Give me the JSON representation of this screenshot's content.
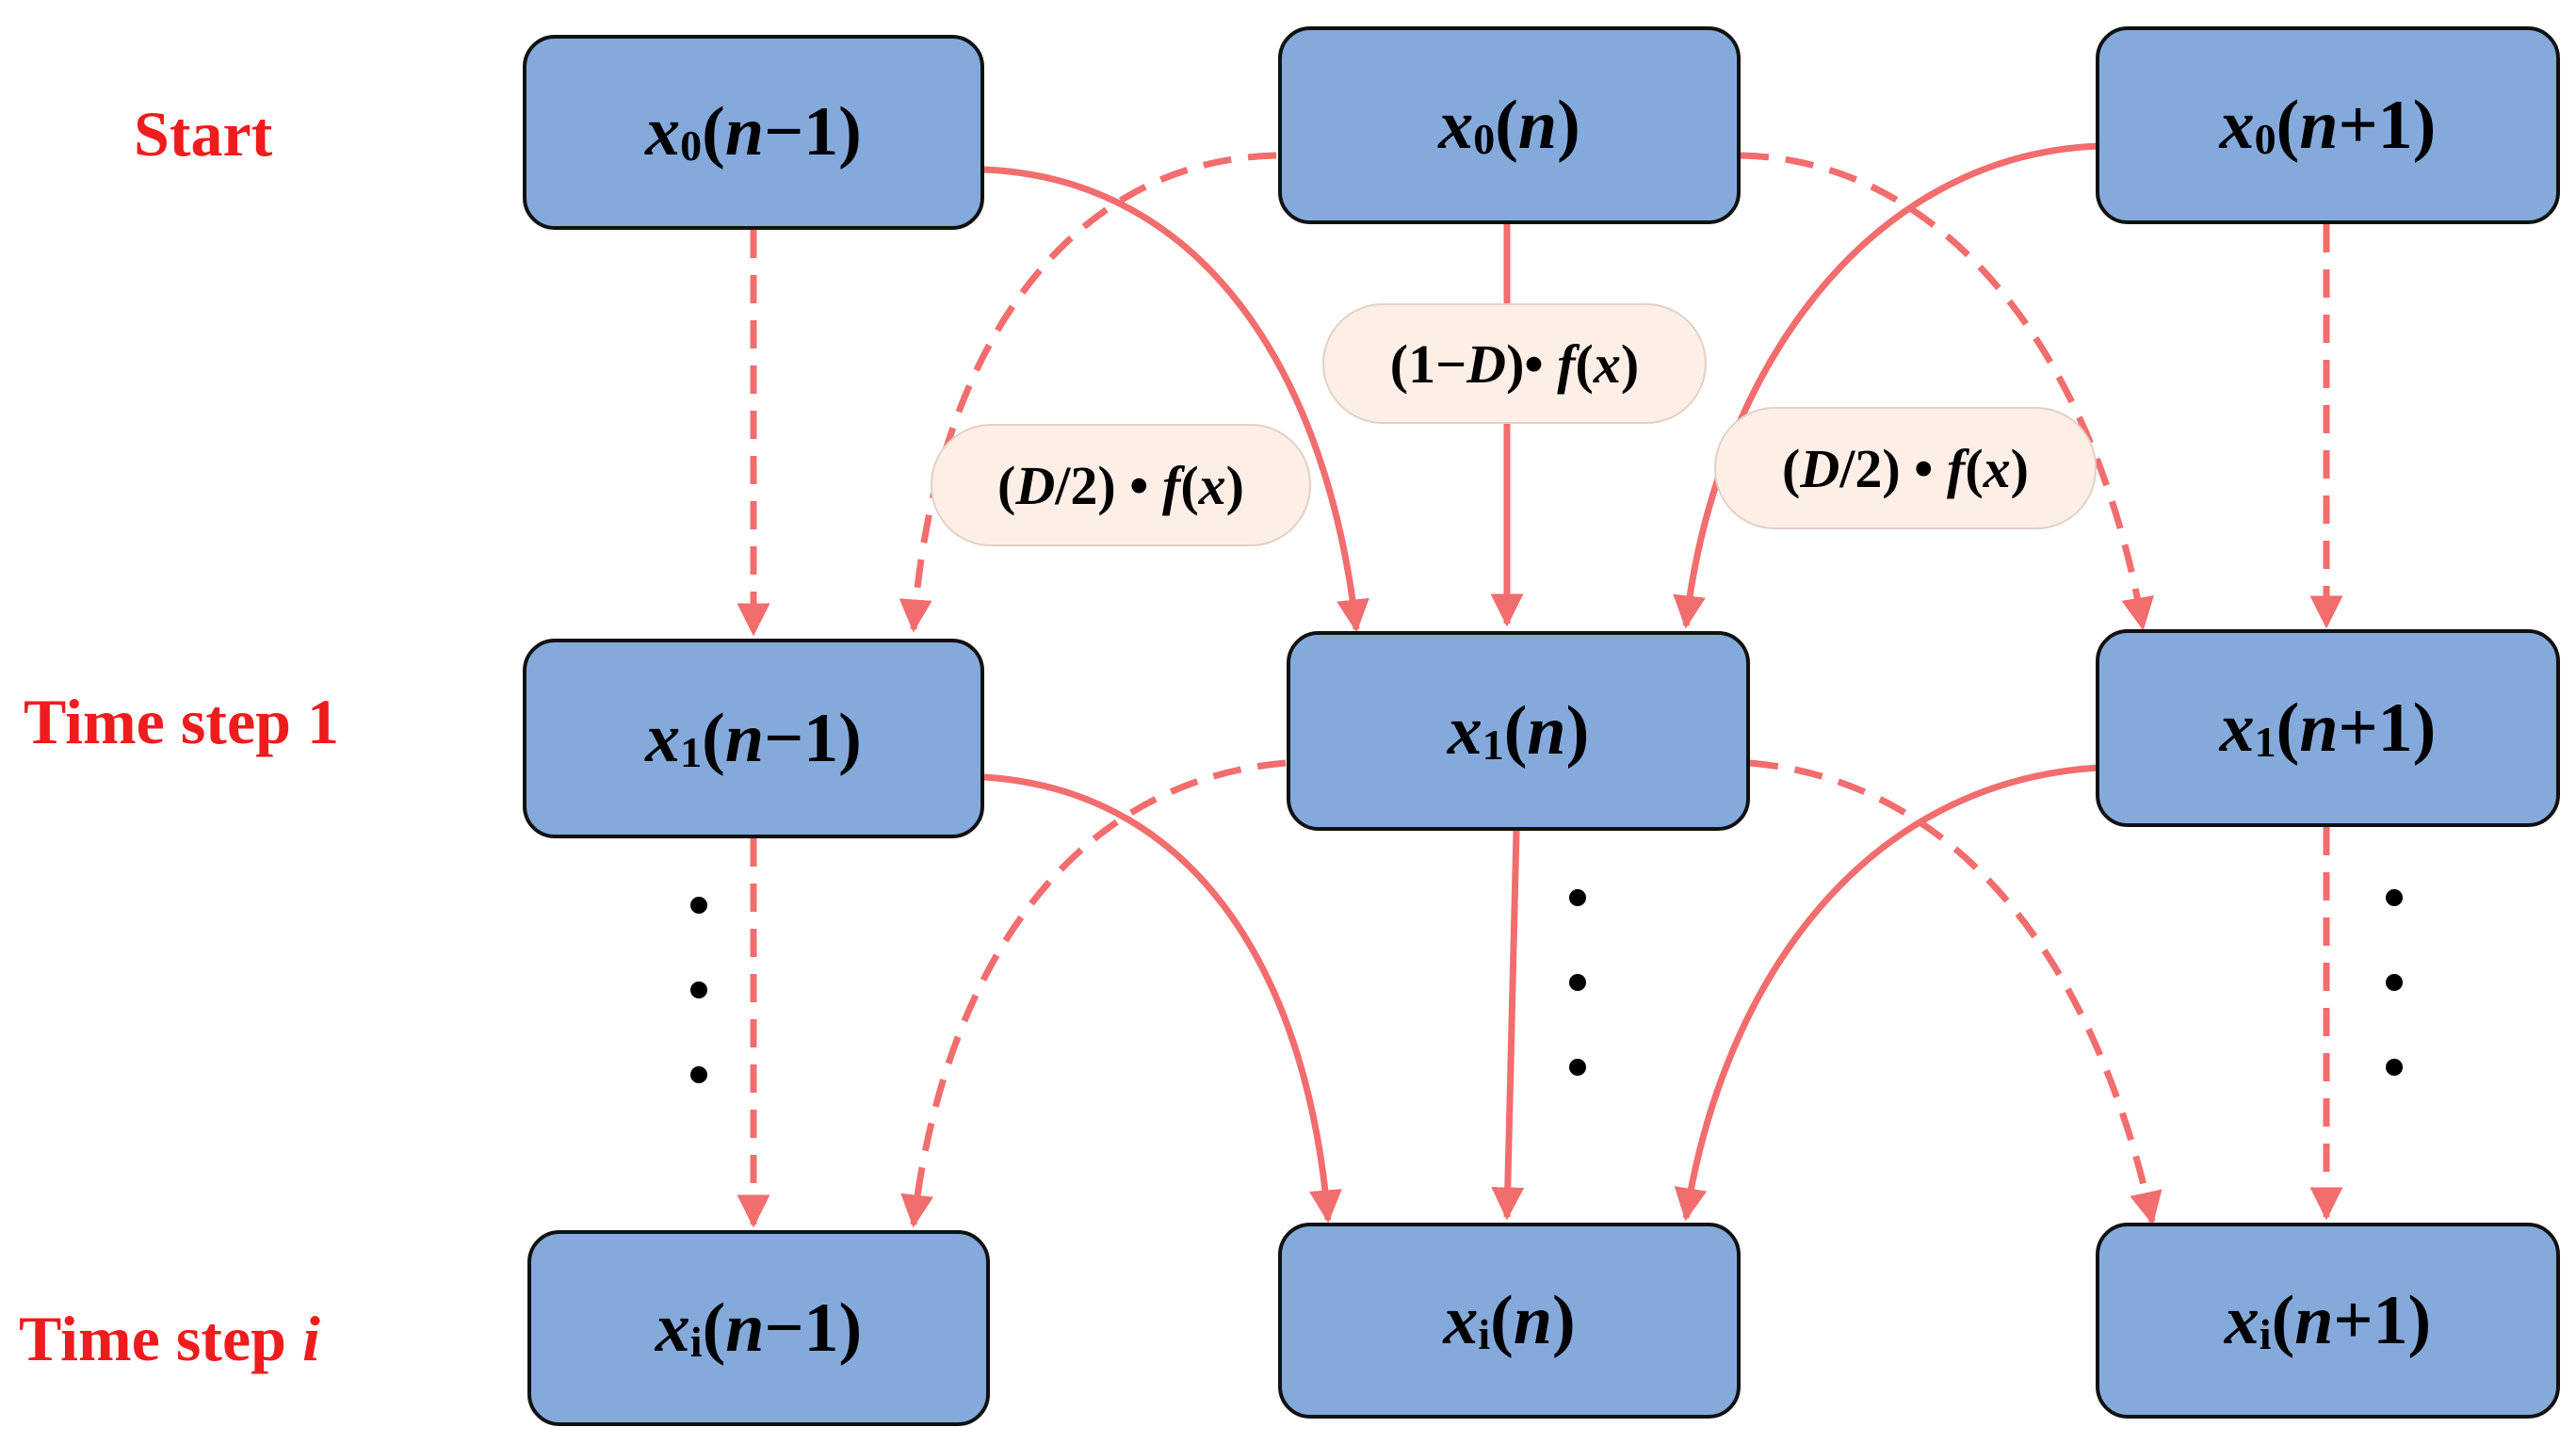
{
  "colors": {
    "node_fill": "#84aadc",
    "node_border": "#111111",
    "arrow": "#f26d6d",
    "label_red": "#ee1c1c",
    "pill_fill": "#fdeee6"
  },
  "rows": [
    {
      "label_prefix": "Start",
      "label_suffix": ""
    },
    {
      "label_prefix": "Time step 1",
      "label_suffix": ""
    },
    {
      "label_prefix": "Time step ",
      "label_suffix": "i"
    }
  ],
  "nodes": [
    {
      "var": "x",
      "sub": "0",
      "open": "(",
      "n": "n",
      "offset": "−1",
      "close": ")"
    },
    {
      "var": "x",
      "sub": "0",
      "open": "(",
      "n": "n",
      "offset": "",
      "close": ")"
    },
    {
      "var": "x",
      "sub": "0",
      "open": "(",
      "n": "n",
      "offset": "+1",
      "close": ")"
    },
    {
      "var": "x",
      "sub": "1",
      "open": "(",
      "n": "n",
      "offset": "−1",
      "close": ")"
    },
    {
      "var": "x",
      "sub": "1",
      "open": "(",
      "n": "n",
      "offset": "",
      "close": ")"
    },
    {
      "var": "x",
      "sub": "1",
      "open": "(",
      "n": "n",
      "offset": "+1",
      "close": ")"
    },
    {
      "var": "x",
      "sub": "i",
      "open": "(",
      "n": "n",
      "offset": "−1",
      "close": ")"
    },
    {
      "var": "x",
      "sub": "i",
      "open": "(",
      "n": "n",
      "offset": "",
      "close": ")"
    },
    {
      "var": "x",
      "sub": "i",
      "open": "(",
      "n": "n",
      "offset": "+1",
      "close": ")"
    }
  ],
  "coefficients": [
    {
      "pre": "(",
      "var": "D",
      "post": "/2)",
      "dot": " • ",
      "f": "f",
      "open": "(",
      "arg": "x",
      "close": ")"
    },
    {
      "pre": "(1−",
      "var": "D",
      "post": ")",
      "dot": "• ",
      "f": "f",
      "open": "(",
      "arg": "x",
      "close": ")"
    },
    {
      "pre": "(",
      "var": "D",
      "post": "/2)",
      "dot": " • ",
      "f": "f",
      "open": "(",
      "arg": "x",
      "close": ")"
    }
  ]
}
